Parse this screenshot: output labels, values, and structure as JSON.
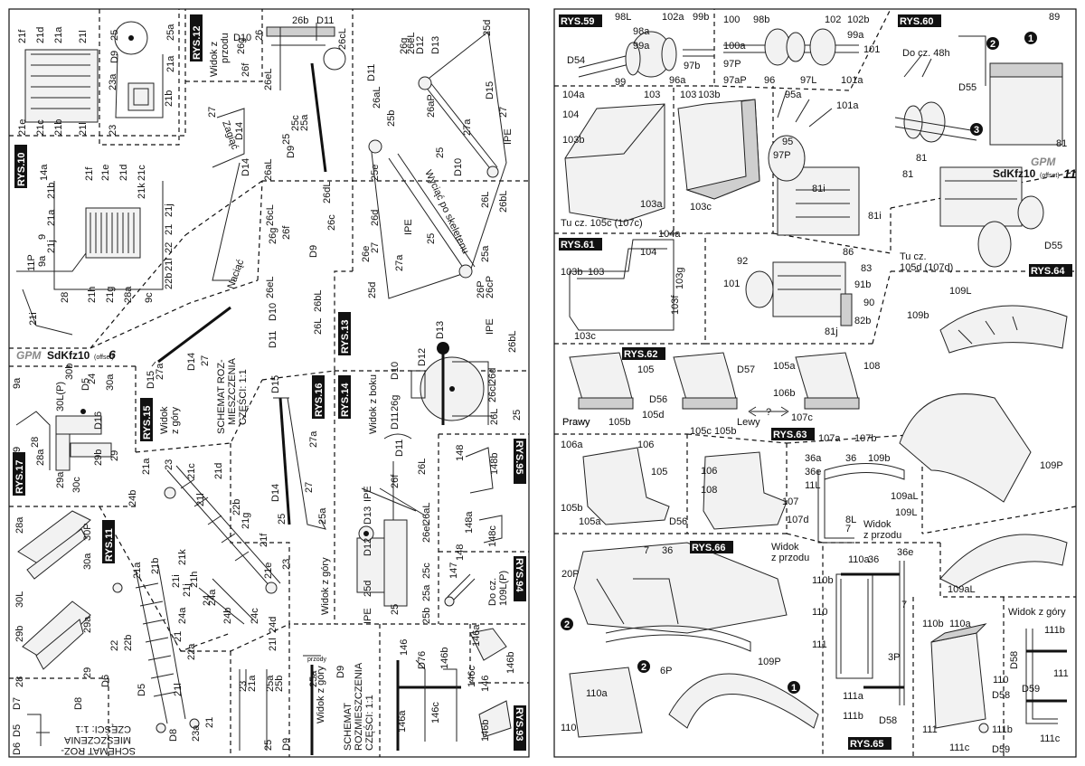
{
  "left_page": {
    "brand": "GPM",
    "model": "SdKfz10",
    "model_sub": "(offset)",
    "page_number": "6",
    "figures": {
      "rys10": "RYS.10",
      "rys11": "RYS.11",
      "rys12": "RYS.12",
      "rys13": "RYS.13",
      "rys14": "RYS.14",
      "rys15": "RYS.15",
      "rys16": "RYS.16",
      "rys17": "RYS.17",
      "rys93": "RYS.93",
      "rys94": "RYS.94",
      "rys95": "RYS.95"
    },
    "texts": {
      "widok_z_przodu": [
        "Widok z",
        "przodu"
      ],
      "zagiac": "Zagiąć",
      "naciac": "Naciąć",
      "schemat_rot": [
        "SCHEMAT ROZ-",
        "MIESZCZENIA",
        "CZĘŚCI: 1:1"
      ],
      "widok_z_gory": [
        "Widok",
        "z góry"
      ],
      "wyciac": "Wyciąć po skeletenu",
      "widok_z_boku": "Widok z boku",
      "widok_z_gory2": "Widok z góry",
      "schemat_bottom": [
        "SCHEMAT",
        "ROZMIESZCZENIA",
        "CZĘŚCI: 1:1"
      ],
      "schemat_flipped": [
        "SCHEMAT ROZ-",
        "MIESZCZENIA",
        "CZĘŚCI: 1:1"
      ],
      "do_cz": [
        "Do cz.",
        "109L(P)"
      ],
      "ipe": "IPE",
      "widok_z_gory3": "Widok z góry",
      "przody": "przody"
    },
    "labels": {
      "r10": [
        "21f",
        "21d",
        "21a",
        "21l",
        "21e",
        "21c",
        "21b",
        "21l",
        "25",
        "25a",
        "D9",
        "21a",
        "23a",
        "21b",
        "23",
        "21j",
        "14a",
        "21f",
        "21e",
        "21d",
        "21c",
        "21b",
        "21k",
        "21a",
        "21j",
        "21",
        "9",
        "22",
        "9a",
        "21l",
        "11P",
        "22b",
        "28",
        "21h",
        "21g",
        "28a",
        "9c",
        "21i"
      ],
      "r12": [
        "D10",
        "26b",
        "D11",
        "26",
        "26cL",
        "26g",
        "26f",
        "26eL",
        "25c",
        "25a",
        "D9",
        "25",
        "27",
        "D14",
        "D14"
      ],
      "r13": [
        "26aL",
        "25b",
        "D11",
        "26g",
        "26eL",
        "D12",
        "D13",
        "25d",
        "D15",
        "27a",
        "IPE",
        "27",
        "25",
        "D10",
        "26L",
        "26bL",
        "26aP",
        "25e",
        "26d",
        "26e",
        "25d",
        "IPE",
        "27",
        "27a",
        "25",
        "25a",
        "26P",
        "26cP",
        "26aL",
        "26cL",
        "26g",
        "26f",
        "D9",
        "26c",
        "26dL",
        "26bL",
        "26L",
        "D10",
        "D11",
        "26eL"
      ],
      "r13b": [
        "D12",
        "D13",
        "IPE",
        "26bL",
        "D10",
        "26d",
        "26cL",
        "26g",
        "D11",
        "26L",
        "25"
      ],
      "r14": [
        "D11",
        "26L",
        "IPE",
        "26f",
        "D13",
        "D12",
        "25d",
        "IPE",
        "25",
        "25a",
        "25c",
        "26aL",
        "26eL",
        "25b"
      ],
      "r15": [
        "D15",
        "27a",
        "D14",
        "27"
      ],
      "r16": [
        "D15",
        "27a",
        "D14",
        "27",
        "25",
        "25a"
      ],
      "r17": [
        "9a",
        "30L(P)",
        "30b",
        "D5",
        "24",
        "30a",
        "D16",
        "9",
        "28",
        "28a",
        "29a",
        "30c",
        "29b",
        "29"
      ],
      "r11": [
        "21a",
        "23",
        "21c",
        "21d",
        "24b",
        "21l",
        "22b",
        "21g",
        "21f",
        "21a",
        "21b",
        "21k",
        "21i",
        "21j",
        "21h",
        "21e",
        "23",
        "24",
        "24a",
        "24b",
        "24c",
        "24d",
        "21l",
        "24a",
        "22",
        "22b",
        "21",
        "22a",
        "D6",
        "D5",
        "21l",
        "D8",
        "23a",
        "21"
      ],
      "r28": [
        "28a",
        "30P",
        "30a",
        "30L",
        "29b",
        "29a",
        "28",
        "29"
      ],
      "r_misc": [
        "D5",
        "D7",
        "D8",
        "D6"
      ],
      "r93": [
        "146",
        "D76",
        "146b",
        "146a",
        "146c",
        "146",
        "146b"
      ],
      "r94": [
        "147",
        "146a",
        "146c",
        "146b"
      ],
      "r95": [
        "148",
        "148b",
        "148a",
        "148",
        "148c"
      ],
      "r_bottom": [
        "23",
        "21a",
        "25b",
        "25a",
        "D9",
        "25",
        "D9",
        "25a"
      ]
    }
  },
  "right_page": {
    "brand": "GPM",
    "model": "SdKfz10",
    "model_sub": "(offset)",
    "page_number": "11",
    "figures": {
      "rys59": "RYS.59",
      "rys60": "RYS.60",
      "rys61": "RYS.61",
      "rys62": "RYS.62",
      "rys63": "RYS.63",
      "rys64": "RYS.64",
      "rys65": "RYS.65",
      "rys66": "RYS.66"
    },
    "texts": {
      "do_cz_48h": "Do cz. 48h",
      "tu_cz_105c": "Tu cz. 105c (107c)",
      "tu_cz_105d": [
        "Tu cz.",
        "105d (107d)"
      ],
      "prawy": "Prawy",
      "lewy": "Lewy",
      "question": "?",
      "widok_z_przodu": [
        "Widok",
        "z przodu"
      ],
      "widok_z_przodu2": [
        "Widok",
        "z przodu"
      ],
      "widok_z_gory": "Widok z góry"
    },
    "labels": {
      "r59": [
        "98L",
        "102a",
        "99b",
        "98a",
        "99a",
        "D54",
        "99",
        "96a",
        "97b"
      ],
      "r59b": [
        "100",
        "98b",
        "102",
        "102b",
        "100a",
        "99a",
        "97P",
        "97aP",
        "96",
        "97L",
        "101",
        "101a"
      ],
      "r60": [
        "89",
        "D55",
        "81"
      ],
      "r103": [
        "104a",
        "103",
        "104",
        "103b",
        "103a",
        "103",
        "103b",
        "103c"
      ],
      "r95": [
        "95a",
        "101a",
        "95",
        "97P",
        "81",
        "81i",
        "81",
        "81i"
      ],
      "r61": [
        "104a",
        "104",
        "103b",
        "103",
        "103g",
        "103f",
        "103c"
      ],
      "r86": [
        "92",
        "86",
        "83",
        "91b",
        "101",
        "90",
        "82b",
        "81j"
      ],
      "r11b": [
        "D55"
      ],
      "r64": [
        "109L",
        "109b",
        "109P",
        "109aL"
      ],
      "r62": [
        "105",
        "D56",
        "Prawy",
        "105b",
        "105d"
      ],
      "r62b": [
        "D57",
        "105c",
        "105b"
      ],
      "r63": [
        "105a",
        "108",
        "106b",
        "107c",
        "107a",
        "107b"
      ],
      "r106": [
        "106a",
        "106",
        "105",
        "105b",
        "105a",
        "D56"
      ],
      "r107": [
        "106",
        "108",
        "107",
        "107d"
      ],
      "r36": [
        "36a",
        "36",
        "109b",
        "36e",
        "11L",
        "109aL",
        "109L",
        "8L",
        "7"
      ],
      "r66": [
        "7",
        "36",
        "20P",
        "6P",
        "109P",
        "110a",
        "110"
      ],
      "r110": [
        "36",
        "36e",
        "110a",
        "110b",
        "110",
        "7",
        "111",
        "3P",
        "111a",
        "111b",
        "D58"
      ],
      "r65": [
        "110b",
        "110a",
        "110",
        "D58",
        "111",
        "111b",
        "111c",
        "D59"
      ],
      "r111": [
        "111b",
        "D58",
        "D59",
        "111",
        "111c"
      ]
    }
  }
}
